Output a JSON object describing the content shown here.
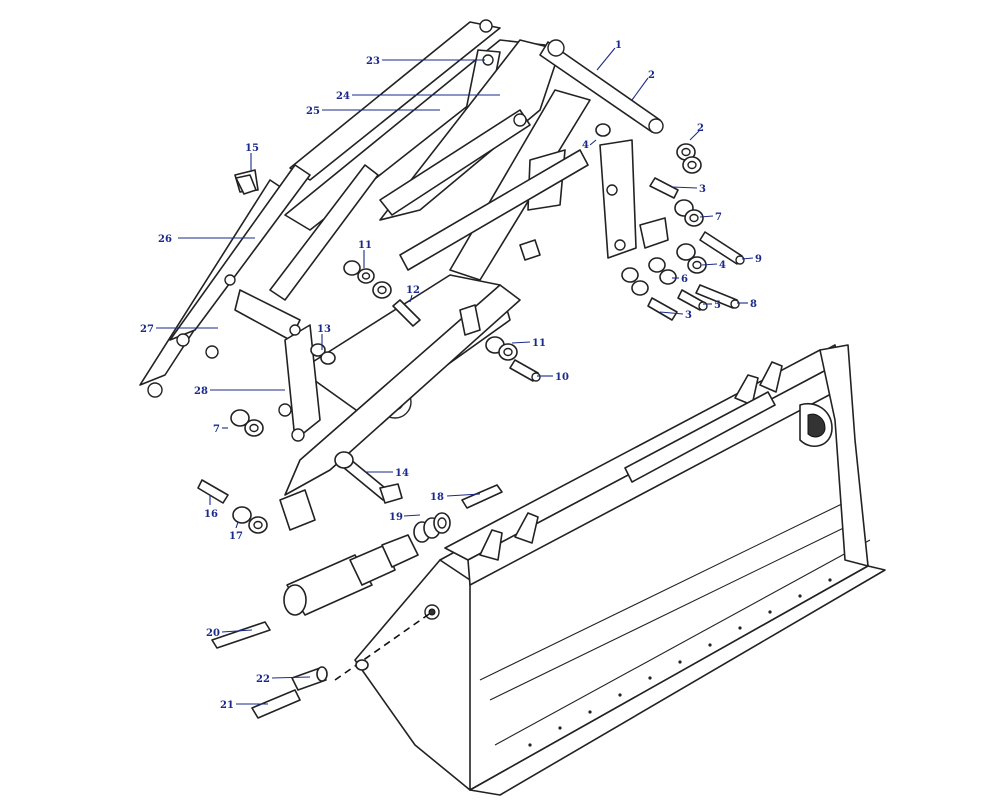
{
  "diagram": {
    "callouts": [
      {
        "id": "1",
        "label": "1"
      },
      {
        "id": "2a",
        "label": "2"
      },
      {
        "id": "2b",
        "label": "2"
      },
      {
        "id": "3a",
        "label": "3"
      },
      {
        "id": "3b",
        "label": "3"
      },
      {
        "id": "4a",
        "label": "4"
      },
      {
        "id": "4b",
        "label": "4"
      },
      {
        "id": "5",
        "label": "5"
      },
      {
        "id": "6",
        "label": "6"
      },
      {
        "id": "7a",
        "label": "7"
      },
      {
        "id": "7b",
        "label": "7"
      },
      {
        "id": "8",
        "label": "8"
      },
      {
        "id": "9",
        "label": "9"
      },
      {
        "id": "10",
        "label": "10"
      },
      {
        "id": "11a",
        "label": "11"
      },
      {
        "id": "11b",
        "label": "11"
      },
      {
        "id": "12",
        "label": "12"
      },
      {
        "id": "13",
        "label": "13"
      },
      {
        "id": "14",
        "label": "14"
      },
      {
        "id": "15",
        "label": "15"
      },
      {
        "id": "16",
        "label": "16"
      },
      {
        "id": "17",
        "label": "17"
      },
      {
        "id": "18",
        "label": "18"
      },
      {
        "id": "19",
        "label": "19"
      },
      {
        "id": "20",
        "label": "20"
      },
      {
        "id": "21",
        "label": "21"
      },
      {
        "id": "22",
        "label": "22"
      },
      {
        "id": "23",
        "label": "23"
      },
      {
        "id": "24",
        "label": "24"
      },
      {
        "id": "25",
        "label": "25"
      },
      {
        "id": "26",
        "label": "26"
      },
      {
        "id": "27",
        "label": "27"
      },
      {
        "id": "28",
        "label": "28"
      }
    ]
  }
}
